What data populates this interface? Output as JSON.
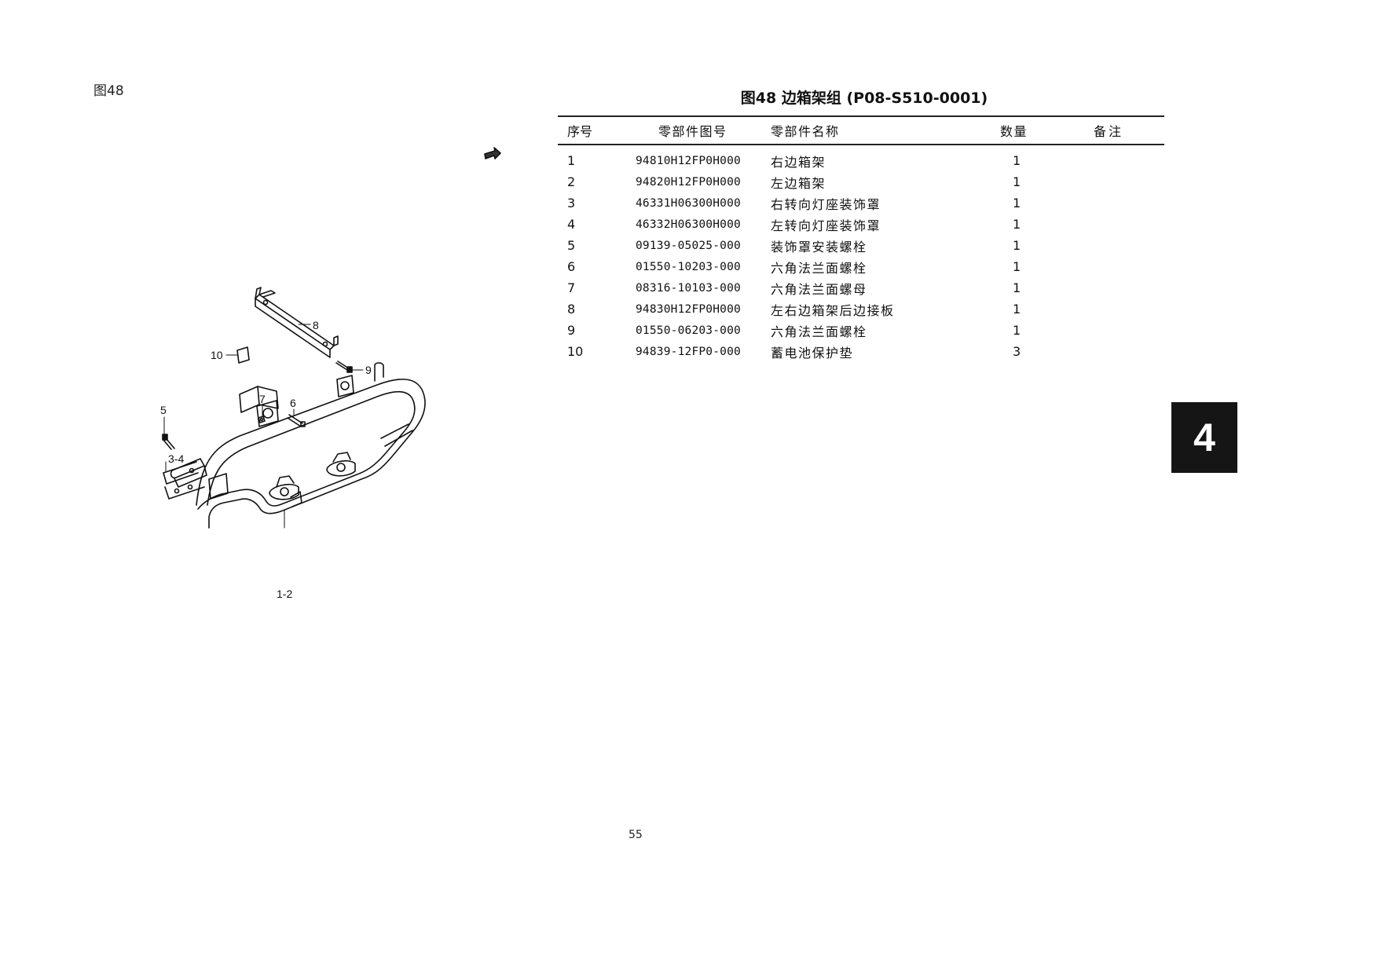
{
  "figure_label": "图48",
  "table_title": "图48 边箱架组 (P08-S510-0001)",
  "table": {
    "headers": {
      "no": "序号",
      "part_number": "零部件图号",
      "part_name": "零部件名称",
      "quantity": "数量",
      "remarks": "备注"
    },
    "rows": [
      {
        "no": "1",
        "part_number": "94810H12FP0H000",
        "part_name": "右边箱架",
        "quantity": "1",
        "remarks": ""
      },
      {
        "no": "2",
        "part_number": "94820H12FP0H000",
        "part_name": "左边箱架",
        "quantity": "1",
        "remarks": ""
      },
      {
        "no": "3",
        "part_number": "46331H06300H000",
        "part_name": "右转向灯座装饰罩",
        "quantity": "1",
        "remarks": ""
      },
      {
        "no": "4",
        "part_number": "46332H06300H000",
        "part_name": "左转向灯座装饰罩",
        "quantity": "1",
        "remarks": ""
      },
      {
        "no": "5",
        "part_number": "09139-05025-000",
        "part_name": "装饰罩安装螺栓",
        "quantity": "1",
        "remarks": ""
      },
      {
        "no": "6",
        "part_number": "01550-10203-000",
        "part_name": "六角法兰面螺栓",
        "quantity": "1",
        "remarks": ""
      },
      {
        "no": "7",
        "part_number": "08316-10103-000",
        "part_name": "六角法兰面螺母",
        "quantity": "1",
        "remarks": ""
      },
      {
        "no": "8",
        "part_number": "94830H12FP0H000",
        "part_name": "左右边箱架后边接板",
        "quantity": "1",
        "remarks": ""
      },
      {
        "no": "9",
        "part_number": "01550-06203-000",
        "part_name": "六角法兰面螺栓",
        "quantity": "1",
        "remarks": ""
      },
      {
        "no": "10",
        "part_number": "94839-12FP0-000",
        "part_name": "蓄电池保护垫",
        "quantity": "3",
        "remarks": ""
      }
    ]
  },
  "diagram": {
    "callouts": {
      "c8": "8",
      "c10": "10",
      "c9": "9",
      "c5": "5",
      "c7": "7",
      "c6": "6",
      "c34": "3-4",
      "c12": "1-2"
    },
    "front_arrow_icon": "front-direction-arrow-icon"
  },
  "section_tab": "4",
  "page_number": "55"
}
